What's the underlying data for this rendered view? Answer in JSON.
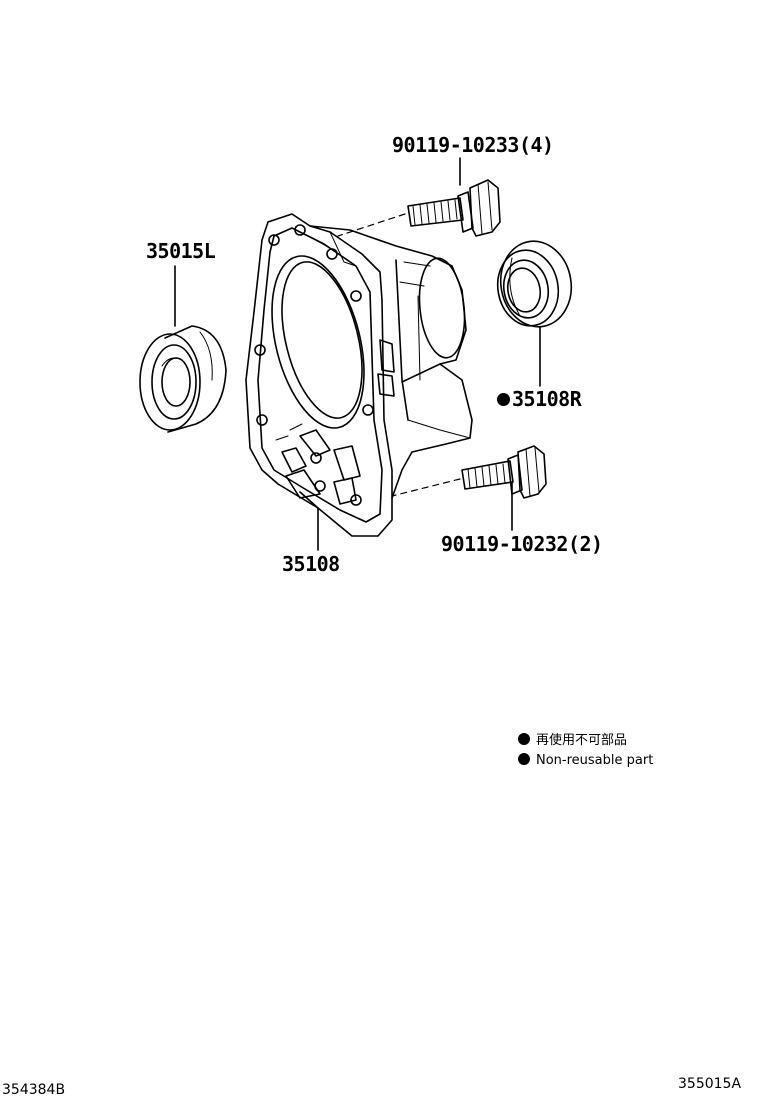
{
  "parts": {
    "bolt_top": "90119-10233(4)",
    "bearing": "35015L",
    "oil_seal": "35108R",
    "housing": "35108",
    "bolt_bottom": "90119-10232(2)"
  },
  "legend": {
    "jp": "再使用不可部品",
    "en": "Non-reusable part"
  },
  "footer": {
    "left_code": "354384B",
    "right_code": "355015A"
  }
}
